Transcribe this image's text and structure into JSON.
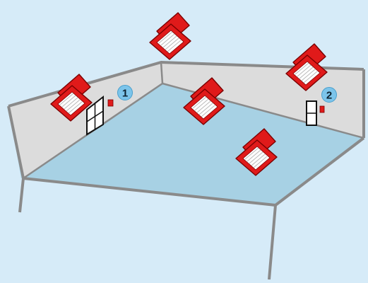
{
  "diagram": {
    "colors": {
      "background": "#d6ebf8",
      "wall": "#dcdcdc",
      "floor": "#a9d3e6",
      "outline": "#8a8a8a",
      "unit_red": "#e01a1a",
      "marker": "#7cc4ea"
    },
    "markers": [
      {
        "id": "marker-1",
        "label": "1"
      },
      {
        "id": "marker-2",
        "label": "2"
      }
    ],
    "units": [
      {
        "id": "ceiling-unit-1",
        "icon": "red-box-unit"
      },
      {
        "id": "ceiling-unit-2",
        "icon": "red-box-unit"
      },
      {
        "id": "ceiling-unit-3",
        "icon": "red-box-unit"
      },
      {
        "id": "ceiling-unit-4",
        "icon": "red-box-unit"
      },
      {
        "id": "ceiling-unit-5",
        "icon": "red-box-unit"
      }
    ],
    "doors": [
      {
        "id": "double-door",
        "icon": "door-icon"
      },
      {
        "id": "single-door",
        "icon": "door-icon"
      }
    ]
  }
}
